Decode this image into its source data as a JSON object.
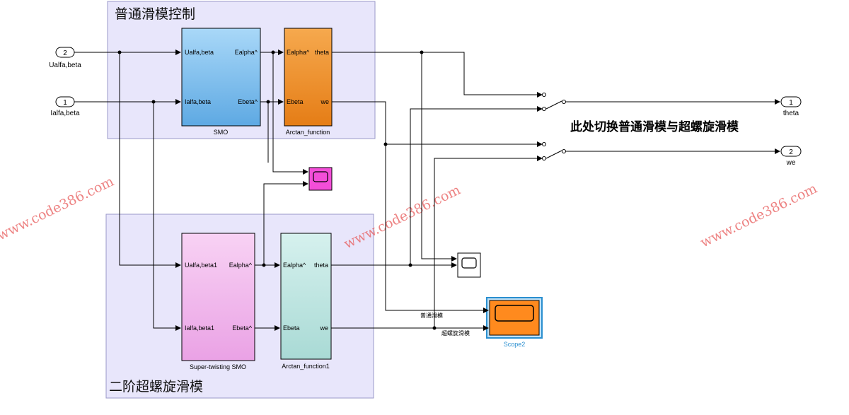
{
  "subsystems": {
    "normal_title": "普通滑模控制",
    "super_title": "二阶超螺旋滑模"
  },
  "inports": {
    "ualfa": {
      "number": "2",
      "label": "Ualfa,beta"
    },
    "ialfa": {
      "number": "1",
      "label": "Ialfa,beta"
    }
  },
  "outports": {
    "theta": {
      "number": "1",
      "label": "theta"
    },
    "we": {
      "number": "2",
      "label": "we"
    }
  },
  "blocks": {
    "smo": {
      "name": "SMO",
      "in1": "Ualfa,beta",
      "in2": "Ialfa,beta",
      "out1": "Ealpha^",
      "out2": "Ebeta^"
    },
    "arctan": {
      "name": "Arctan_function",
      "in1": "Ealpha^",
      "in2": "Ebeta",
      "out1": "theta",
      "out2": "we"
    },
    "stsmo": {
      "name": "Super-twisting SMO",
      "in1": "Ualfa,beta1",
      "in2": "Ialfa,beta1",
      "out1": "Ealpha^",
      "out2": "Ebeta^"
    },
    "arctan1": {
      "name": "Arctan_function1",
      "in1": "Ealpha^",
      "in2": "Ebeta",
      "out1": "theta",
      "out2": "we"
    },
    "scope2": {
      "name": "Scope2"
    }
  },
  "signals": {
    "normal": "普通滑模",
    "super": "超螺旋滑模"
  },
  "annotation": "此处切换普通滑模与超螺旋滑模",
  "watermarks": [
    "www.code386.com",
    "www.code386.com",
    "www.code386.com"
  ],
  "colors": {
    "subsystem_bg": "#e8e6fb",
    "smo_block": "#7ec1f0",
    "arctan_block": "#f28c2a",
    "stsmo_block": "#f2b6ee",
    "arctan1_block": "#bfe6e2",
    "scope_pink": "#f34ed8",
    "scope2_fill": "#ff8a1e",
    "scope2_label": "#2a8fd0",
    "watermark": "#e85a5a"
  }
}
